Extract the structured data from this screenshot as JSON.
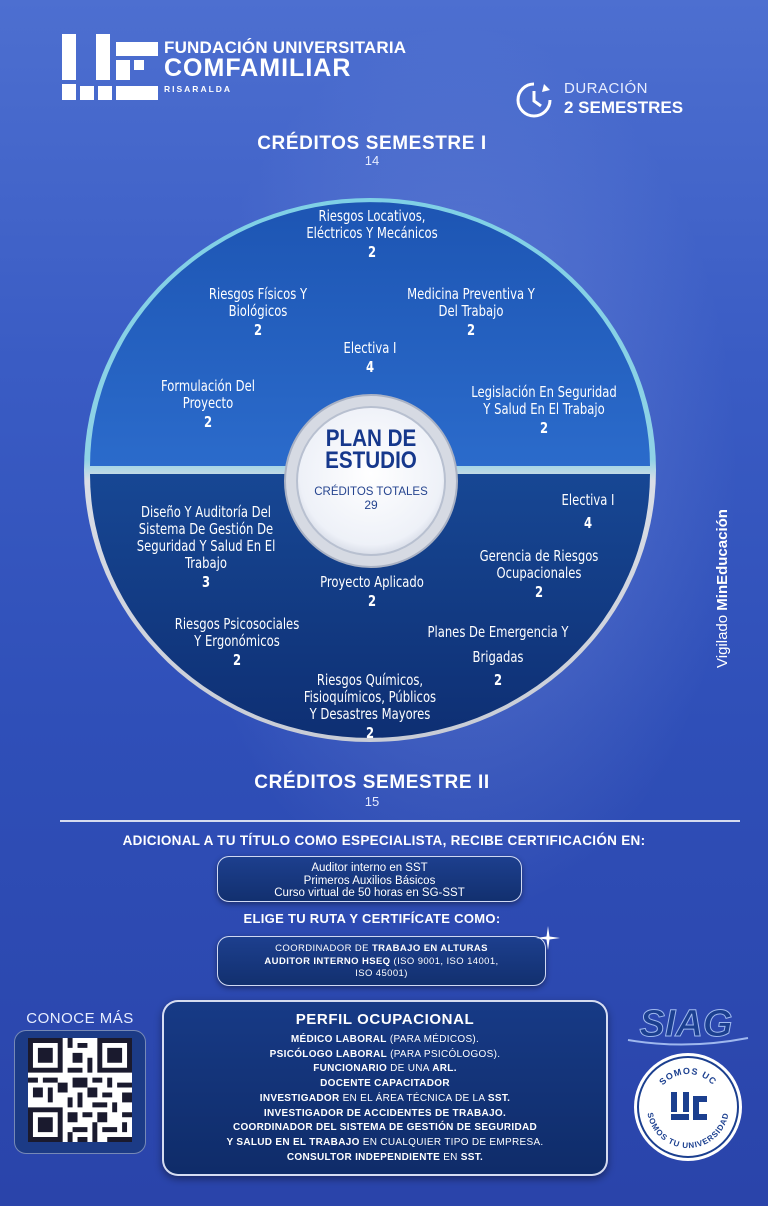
{
  "logo": {
    "line1": "FUNDACIÓN UNIVERSITARIA",
    "line2": "COMFAMILIAR",
    "line3": "RISARALDA",
    "mark_icon": "uc-logo-icon"
  },
  "duration": {
    "label": "DURACIÓN",
    "value": "2 SEMESTRES",
    "icon": "clock-icon"
  },
  "semester1": {
    "title": "CRÉDITOS SEMESTRE I",
    "credits": "14"
  },
  "semester2": {
    "title": "CRÉDITOS SEMESTRE II",
    "credits": "15"
  },
  "plan": {
    "title_line1": "PLAN DE",
    "title_line2": "ESTUDIO",
    "total_label": "CRÉDITOS TOTALES",
    "total_value": "29"
  },
  "courses_top": [
    {
      "name": "Riesgos Locativos,\nEléctricos Y Mecánicos",
      "credits": "2"
    },
    {
      "name": "Riesgos Físicos Y\nBiológicos",
      "credits": "2"
    },
    {
      "name": "Medicina Preventiva Y\nDel Trabajo",
      "credits": "2"
    },
    {
      "name": "Electiva I",
      "credits": "4"
    },
    {
      "name": "Formulación Del\nProyecto",
      "credits": "2"
    },
    {
      "name": "Legislación En Seguridad\nY Salud En El Trabajo",
      "credits": "2"
    }
  ],
  "courses_bottom": [
    {
      "name": "Electiva I",
      "credits": "4"
    },
    {
      "name": "Diseño Y Auditoría Del\nSistema De Gestión De\nSeguridad Y Salud En El\nTrabajo",
      "credits": "3"
    },
    {
      "name": "Gerencia de Riesgos\nOcupacionales",
      "credits": "2"
    },
    {
      "name": "Proyecto Aplicado",
      "credits": "2"
    },
    {
      "name": "Riesgos Psicosociales\nY Ergonómicos",
      "credits": "2"
    },
    {
      "name": "Planes De Emergencia Y\nBrigadas",
      "credits": "2"
    },
    {
      "name": "Riesgos Químicos,\nFisioquímicos, Públicos\nY Desastres Mayores",
      "credits": "2"
    }
  ],
  "vigilado": {
    "prefix": "Vigilado ",
    "brand": "MinEducación"
  },
  "adicional": {
    "title": "ADICIONAL A TU TÍTULO COMO ESPECIALISTA, RECIBE CERTIFICACIÓN EN:",
    "items": [
      "Auditor interno en SST",
      "Primeros Auxilios Básicos",
      "Curso virtual de 50 horas en SG-SST"
    ]
  },
  "ruta": {
    "title": "ELIGE TU RUTA Y CERTIFÍCATE COMO:",
    "line1_a": "COORDINADOR DE ",
    "line1_b": "TRABAJO EN ALTURAS",
    "line2_a": "AUDITOR  INTERNO  HSEQ",
    "line2_b": " (ISO  9001,  ISO  14001,",
    "line3": "ISO 45001)"
  },
  "conoce": {
    "label": "CONOCE MÁS",
    "qr": "qr-code"
  },
  "perfil": {
    "title": "PERFIL OCUPACIONAL",
    "l1a": "MÉDICO LABORAL",
    "l1b": " (PARA MÉDICOS).",
    "l2a": "PSICÓLOGO LABORAL",
    "l2b": " (PARA PSICÓLOGOS).",
    "l3a": "FUNCIONARIO",
    "l3b": " DE UNA ",
    "l3c": "ARL.",
    "l4": "DOCENTE CAPACITADOR",
    "l5a": "INVESTIGADOR",
    "l5b": " EN EL ÁREA TÉCNICA DE LA ",
    "l5c": "SST.",
    "l6": "INVESTIGADOR DE ACCIDENTES DE TRABAJO.",
    "l7": "COORDINADOR DEL SISTEMA DE GESTIÓN DE SEGURIDAD",
    "l8a": "Y SALUD EN EL TRABAJO",
    "l8b": " EN CUALQUIER TIPO DE EMPRESA.",
    "l9a": "CONSULTOR INDEPENDIENTE",
    "l9b": " EN ",
    "l9c": "SST."
  },
  "siag": {
    "text": "SIAG"
  },
  "badge": {
    "top": "SOMOS UC",
    "bottom": "SOMOS TU UNIVERSIDAD"
  },
  "colors": {
    "bg": "#3a5cc4",
    "circle_top": "#2a63c2",
    "circle_bottom": "#123a86",
    "ring": "#8fd2e6",
    "center_text": "#16388c"
  }
}
